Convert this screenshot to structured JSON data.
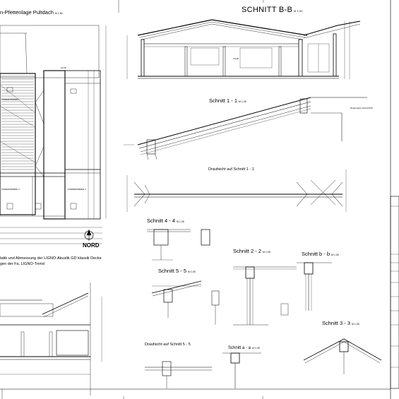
{
  "sheet": {
    "titles": {
      "pfettenlage": "n-Pfettenlage Pultdach",
      "pfettenlage_scale": "M 1:50",
      "schnitt_bb": "SCHNITT B-B",
      "schnitt_bb_scale": "M 1:50",
      "schnitt_11": "Schnitt 1 - 1",
      "schnitt_11_scale": "M 1:25",
      "draufsicht_11": "Draufsicht auf Schnitt 1 - 1",
      "schnitt_44": "Schnitt 4 - 4",
      "schnitt_44_scale": "M 1:25",
      "schnitt_22": "Schnitt 2 - 2",
      "schnitt_22_scale": "M 1:25",
      "schnitt_b": "Schnitt b - b",
      "schnitt_b_scale": "M 1:25",
      "schnitt_55": "Schnitt 5 - 5",
      "schnitt_55_scale": "M 1:25",
      "schnitt_33": "Schnitt 3 - 3",
      "schnitt_33_scale": "M 1:25",
      "draufsicht_55": "Draufsicht auf Schnitt 5 - 5",
      "schnitt_a": "Schnitt a - a",
      "schnitt_a_scale": "M 1:25"
    },
    "north_label": "NORD",
    "notes": {
      "line1": "tatik und Abmessung der LIGNO-Akustik GD klassik Decke",
      "line2": "gen der Fa. LIGNO-Trend"
    },
    "rooms": {
      "kinderzimmer_1": "KINDERZIMMER 1",
      "kinderzimmer_2": "KINDERZIMMER 2",
      "kinderzimmer_2b": "KINDERZIMMER 2",
      "flur": "FLUR",
      "flur_b": "FLUR"
    },
    "details": {
      "detail_b": "Detail siehe Schnitt B-B"
    }
  }
}
